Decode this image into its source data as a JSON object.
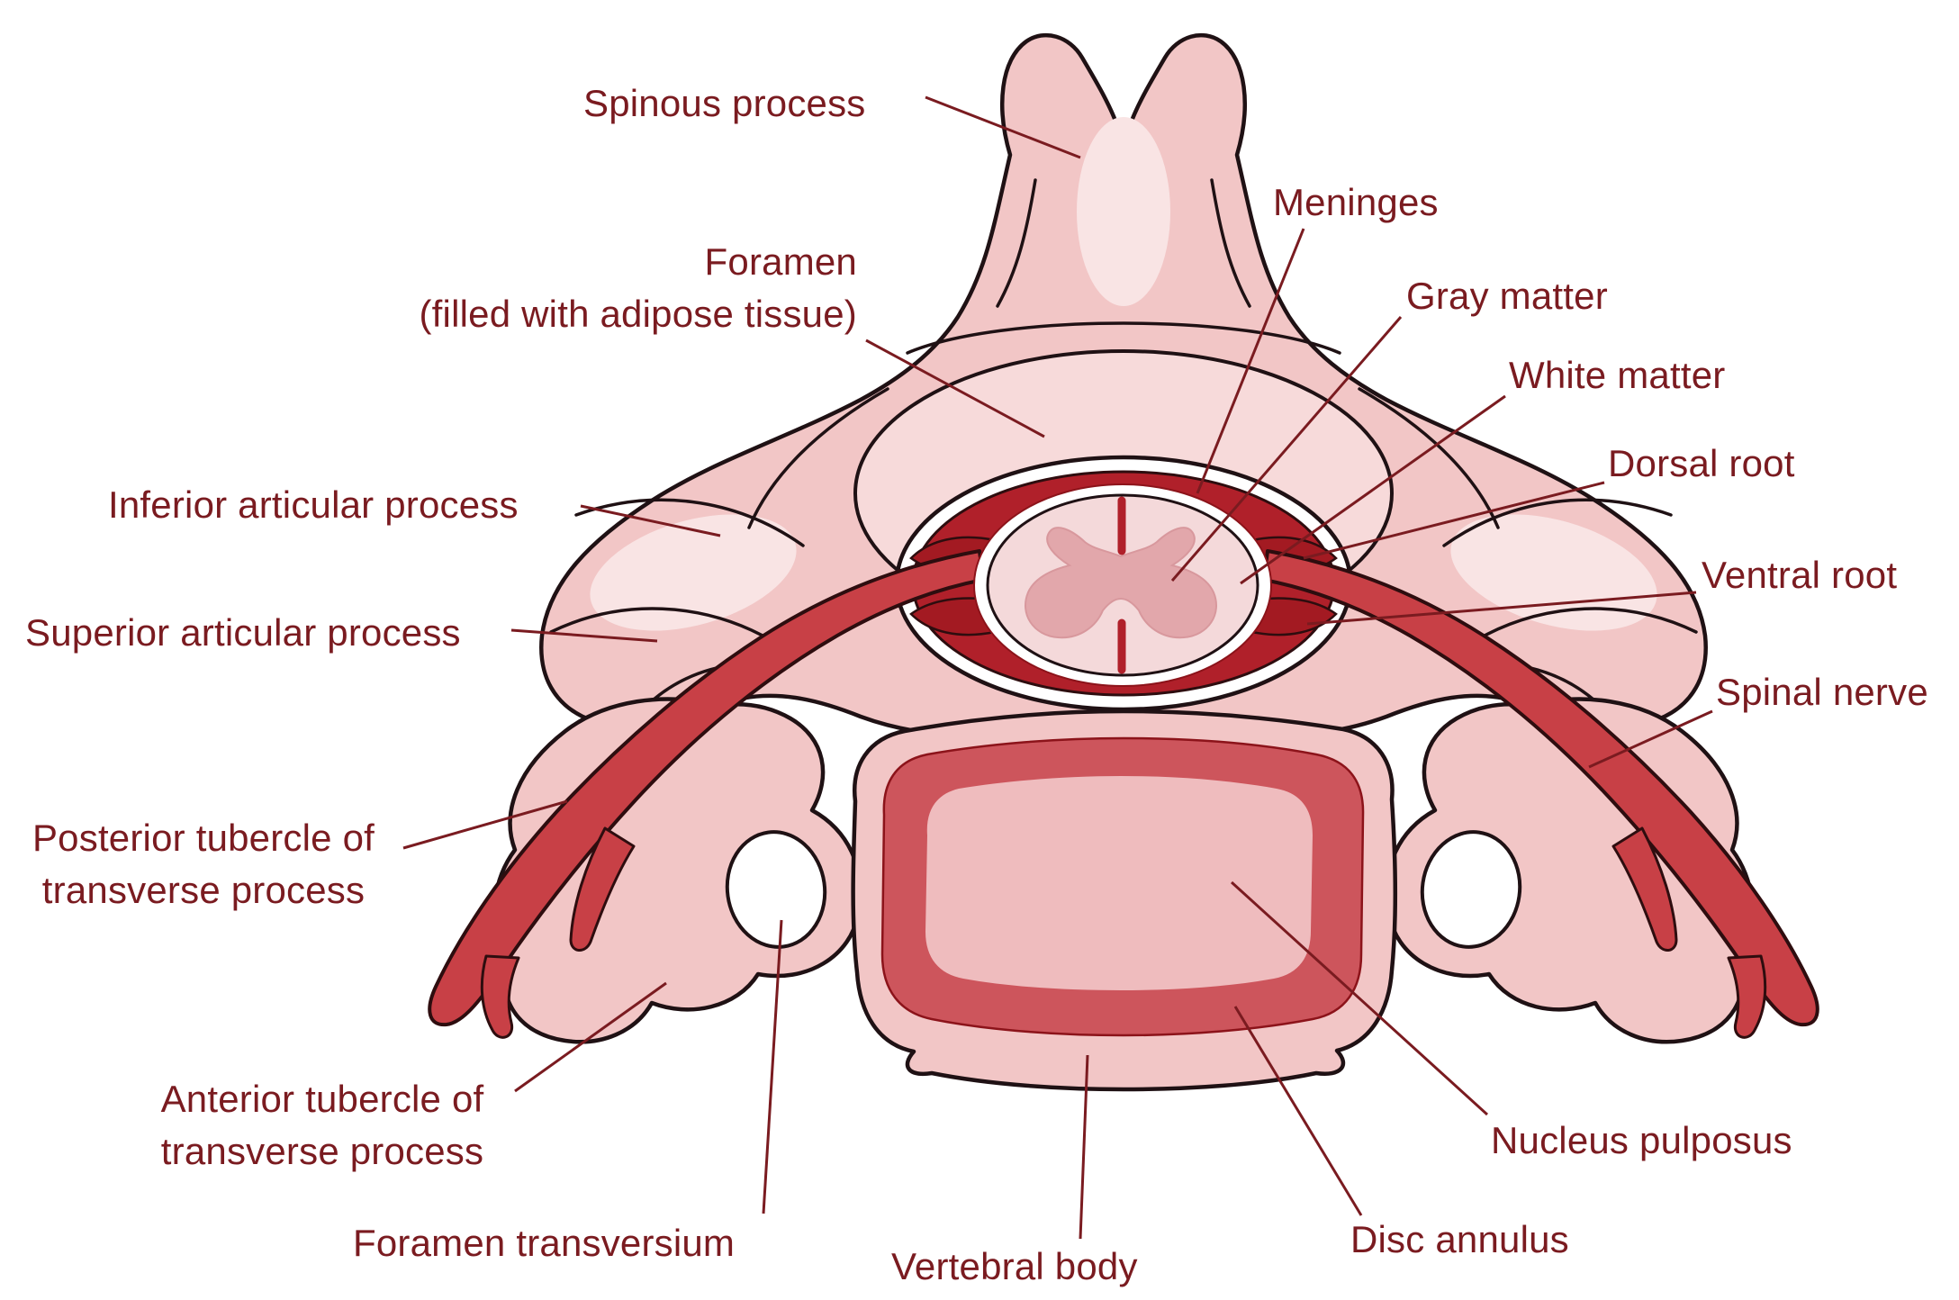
{
  "figure": {
    "labels": [
      {
        "id": "spinous-process",
        "text": "Spinous process"
      },
      {
        "id": "meninges",
        "text": "Meninges"
      },
      {
        "id": "foramen",
        "text": "Foramen\n(filled with adipose tissue)"
      },
      {
        "id": "gray-matter",
        "text": "Gray matter"
      },
      {
        "id": "white-matter",
        "text": "White matter"
      },
      {
        "id": "dorsal-root",
        "text": "Dorsal root"
      },
      {
        "id": "inferior-articular",
        "text": "Inferior articular process"
      },
      {
        "id": "ventral-root",
        "text": "Ventral root"
      },
      {
        "id": "superior-articular",
        "text": "Superior articular process"
      },
      {
        "id": "spinal-nerve",
        "text": "Spinal nerve"
      },
      {
        "id": "posterior-tubercle",
        "text": "Posterior tubercle of\ntransverse process"
      },
      {
        "id": "anterior-tubercle",
        "text": "Anterior tubercle of\ntransverse process"
      },
      {
        "id": "nucleus-pulposus",
        "text": "Nucleus pulposus"
      },
      {
        "id": "foramen-transversium",
        "text": "Foramen transversium"
      },
      {
        "id": "vertebral-body",
        "text": "Vertebral body"
      },
      {
        "id": "disc-annulus",
        "text": "Disc annulus"
      }
    ]
  },
  "palette": {
    "ink": "#7a1b20",
    "outline": "#1f1114",
    "outlineDark": "#2e0d0f",
    "bone": "#f2c6c6",
    "boneLight": "#f7dada",
    "boneHighlight": "#f9e4e4",
    "canalRed": "#b0202a",
    "rootRed": "#a31a22",
    "nerveRed": "#c84046",
    "cordFill": "#f4d9da",
    "grayFill": "#e2a7ab",
    "grayEdge": "#d8989d",
    "annulusFill": "#cd555c",
    "annulusEdge": "#8c131a",
    "nucleusFill": "#efbcbe"
  }
}
